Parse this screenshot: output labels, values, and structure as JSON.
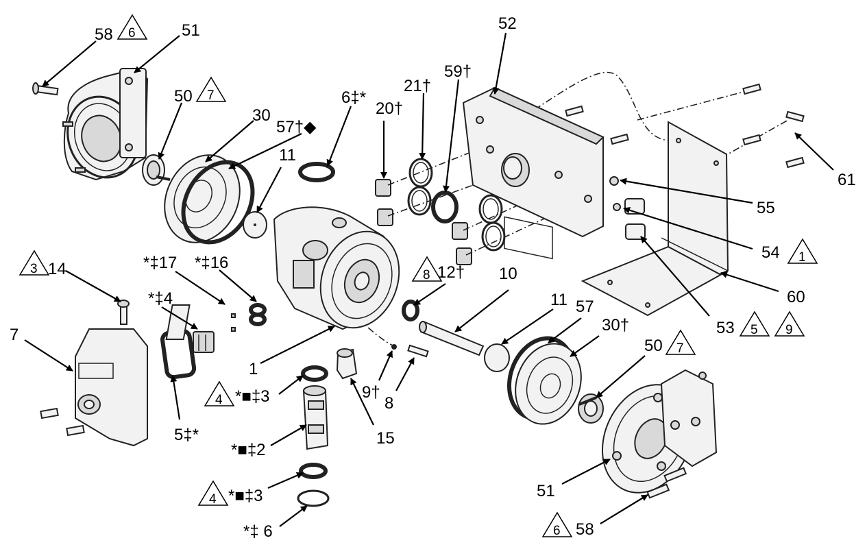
{
  "labels": {
    "l58a": "58",
    "l51a": "51",
    "l50a": "50",
    "l30a": "30",
    "l57a": "57†◆",
    "l11a": "11",
    "l6a": "6‡*",
    "l20": "20†",
    "l21": "21†",
    "l59": "59†",
    "l52": "52",
    "l61": "61",
    "l55": "55",
    "l54": "54",
    "l60": "60",
    "l53": "53",
    "l10": "10",
    "l11b": "11",
    "l57b": "57",
    "l30b": "30†",
    "l50b": "50",
    "l12": "12†",
    "l14": "14",
    "l17": "*‡17",
    "l16": "*‡16",
    "l4": "*‡4",
    "l7": "7",
    "l1": "1",
    "l5": "5‡*",
    "l3a": "*■‡3",
    "l2": "*■‡2",
    "l3b": "*■‡3",
    "l6b": "*‡ 6",
    "l9": "9†",
    "l8": "8",
    "l15": "15",
    "l51b": "51",
    "l58b": "58"
  },
  "notes": {
    "t6a": "6",
    "t7a": "7",
    "t1": "1",
    "t5": "5",
    "t9": "9",
    "t8": "8",
    "t3": "3",
    "t4a": "4",
    "t4b": "4",
    "t7b": "7",
    "t6b": "6"
  },
  "icons": {
    "note_marker": "triangle-icon"
  }
}
